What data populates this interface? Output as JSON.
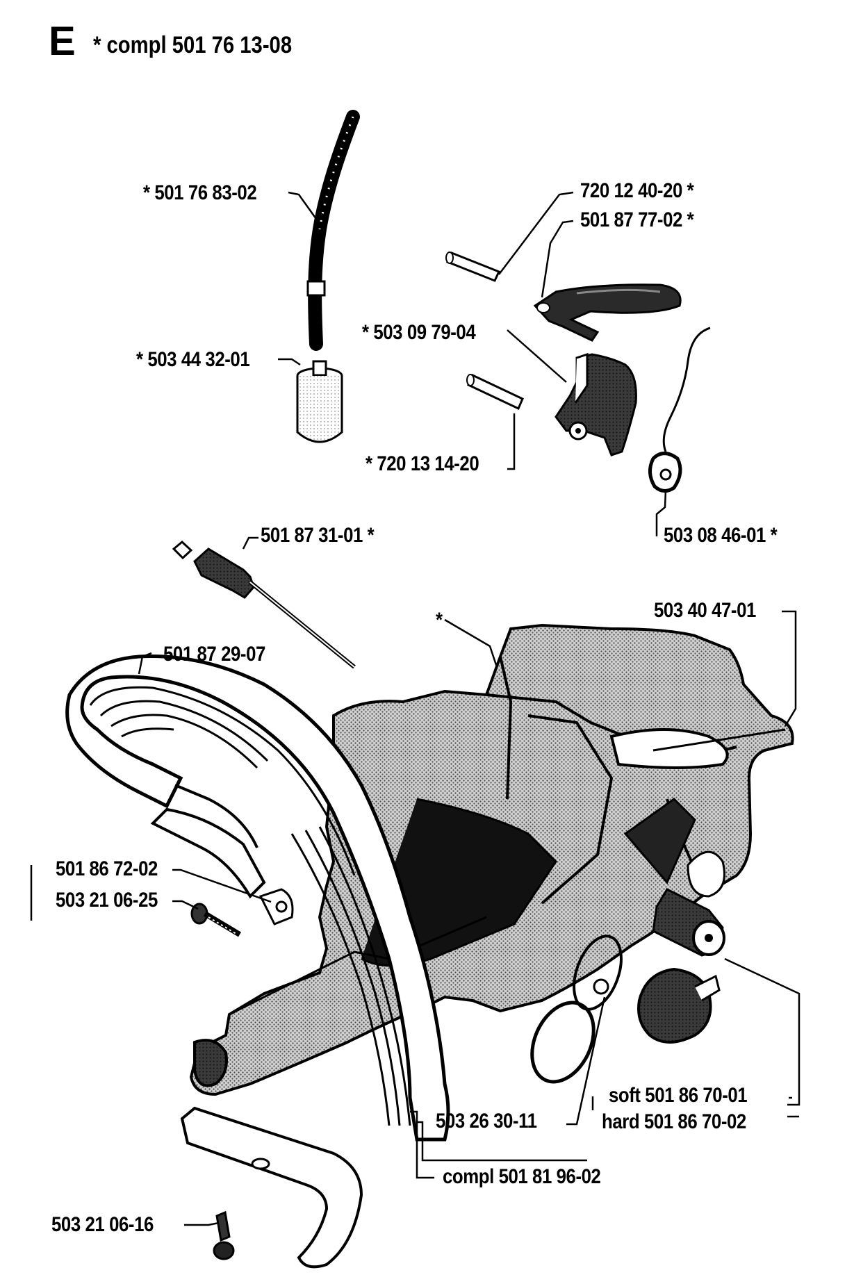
{
  "header": {
    "section_letter": "E",
    "title": "* compl 501 76 13-08"
  },
  "parts": [
    {
      "id": "fuel-hose",
      "label": "* 501 76 83-02"
    },
    {
      "id": "fuel-filter",
      "label": "* 503 44 32-01"
    },
    {
      "id": "pin-upper",
      "label": "720 12 40-20  *"
    },
    {
      "id": "throttle-trigger",
      "label": "501 87 77-02  *"
    },
    {
      "id": "throttle-lockout",
      "label": "* 503 09 79-04"
    },
    {
      "id": "pin-lower",
      "label": "* 720 13 14-20"
    },
    {
      "id": "spring",
      "label": "503 08 46-01  *"
    },
    {
      "id": "choke-rod",
      "label": "501 87 31-01  *"
    },
    {
      "id": "tank-handle-star",
      "label": "*"
    },
    {
      "id": "bushing",
      "label": "503 40 47-01"
    },
    {
      "id": "front-handle",
      "label": "501 87 29-07"
    },
    {
      "id": "handle-clamp",
      "label": "501 86 72-02"
    },
    {
      "id": "clamp-screw",
      "label": "503 21 06-25"
    },
    {
      "id": "cap-soft",
      "label": "soft 501 86 70-01"
    },
    {
      "id": "cap-hard",
      "label": "hard 501 86 70-02"
    },
    {
      "id": "o-ring",
      "label": "503 26 30-11"
    },
    {
      "id": "handle-assembly",
      "label": "compl 501 81 96-02"
    },
    {
      "id": "bottom-screw",
      "label": "503 21 06-16"
    }
  ]
}
